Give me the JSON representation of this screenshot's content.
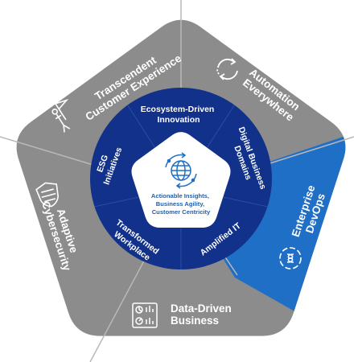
{
  "colors": {
    "outer_gray": "#8c8c8c",
    "outer_highlight": "#1f6fc6",
    "ring_navy": "#11318a",
    "center_white": "#ffffff",
    "center_text": "#1f5fb0",
    "divider": "#b8b8b8"
  },
  "outer_segments": [
    {
      "label_lines": [
        "Transcendent",
        "Customer Experience"
      ],
      "icon": "flag-person-icon",
      "highlighted": false
    },
    {
      "label_lines": [
        "Automation",
        "Everywhere"
      ],
      "icon": "circular-arrows-icon",
      "highlighted": false
    },
    {
      "label_lines": [
        "Enterprise",
        "DevOps"
      ],
      "icon": "devops-cycle-icon",
      "highlighted": true
    },
    {
      "label_lines": [
        "Data-Driven",
        "Business"
      ],
      "icon": "dashboard-charts-icon",
      "highlighted": false
    },
    {
      "label_lines": [
        "Adaptive",
        "Cybersecurity"
      ],
      "icon": "shield-icon",
      "highlighted": false
    }
  ],
  "inner_segments": [
    {
      "label_lines": [
        "Ecosystem-Driven",
        "Innovation"
      ]
    },
    {
      "label_lines": [
        "Digital Business",
        "Domains"
      ]
    },
    {
      "label_lines": [
        "Amplified IT"
      ]
    },
    {
      "label_lines": [
        "Transformed",
        "Workplace"
      ]
    },
    {
      "label_lines": [
        "ESG",
        "Initiatives"
      ]
    }
  ],
  "center": {
    "icon": "globe-arrows-icon",
    "label_lines": [
      "Actionable Insights,",
      "Business Agility,",
      "Customer Centricity"
    ]
  }
}
